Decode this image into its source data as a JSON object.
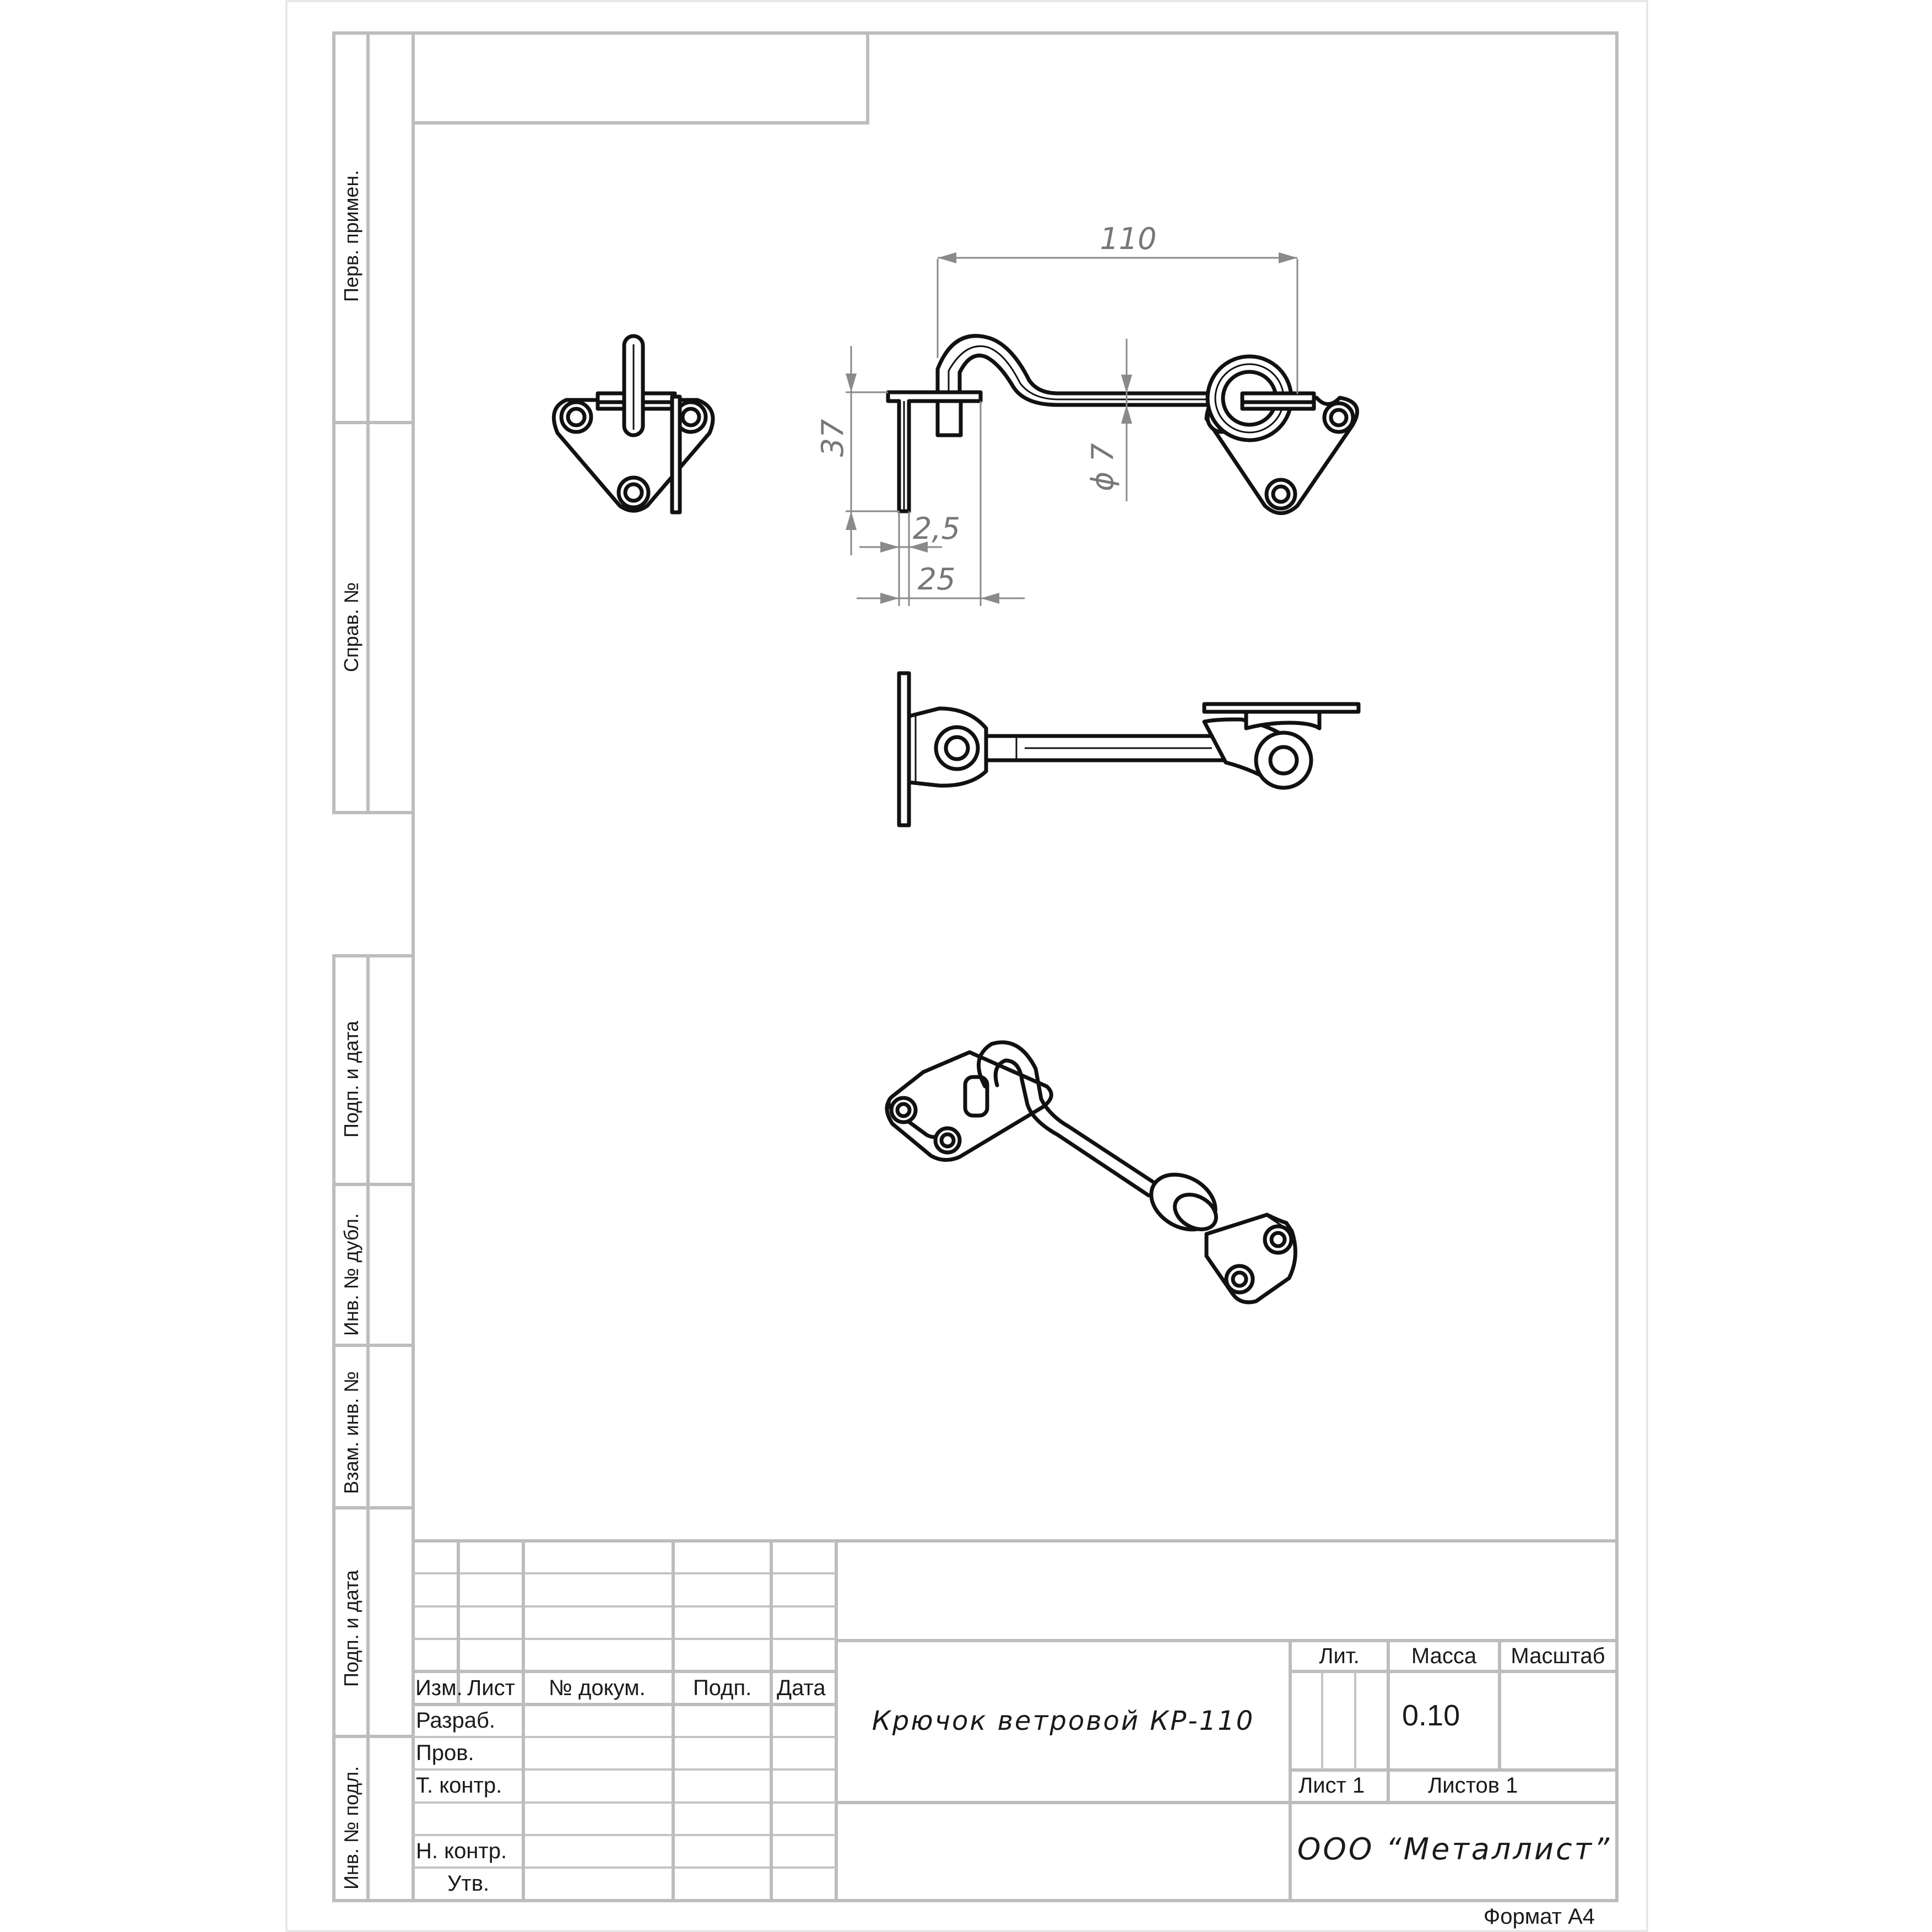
{
  "side_labels": {
    "perv_primen": "Перв. примен.",
    "sprav_no": "Справ. №",
    "podp_data_1": "Подп. и дата",
    "inv_no_dubl": "Инв. № дубл.",
    "vzam_inv_no": "Взам. инв. №",
    "podp_data_2": "Подп. и дата",
    "inv_no_podl": "Инв. № подл."
  },
  "dimensions": {
    "length": "110",
    "height": "37",
    "diameter": "ϕ 7",
    "thickness": "2,5",
    "width": "25"
  },
  "title_block": {
    "columns": {
      "izm": "Изм.",
      "list": "Лист",
      "doc_no": "№ докум.",
      "podp": "Подп.",
      "data": "Дата"
    },
    "roles": {
      "razrab": "Разраб.",
      "prov": "Пров.",
      "t_kontr": "Т. контр.",
      "n_kontr": "Н. контр.",
      "utv": "Утв."
    },
    "lit_label": "Лит.",
    "massa_label": "Масса",
    "masshtab_label": "Масштаб",
    "massa_value": "0.10",
    "sheet": "Лист 1",
    "sheets": "Листов 1",
    "product_name": "Крючок  ветровой   КР-110",
    "organization": "ООО  “Металлист”"
  },
  "format": "Формат А4"
}
